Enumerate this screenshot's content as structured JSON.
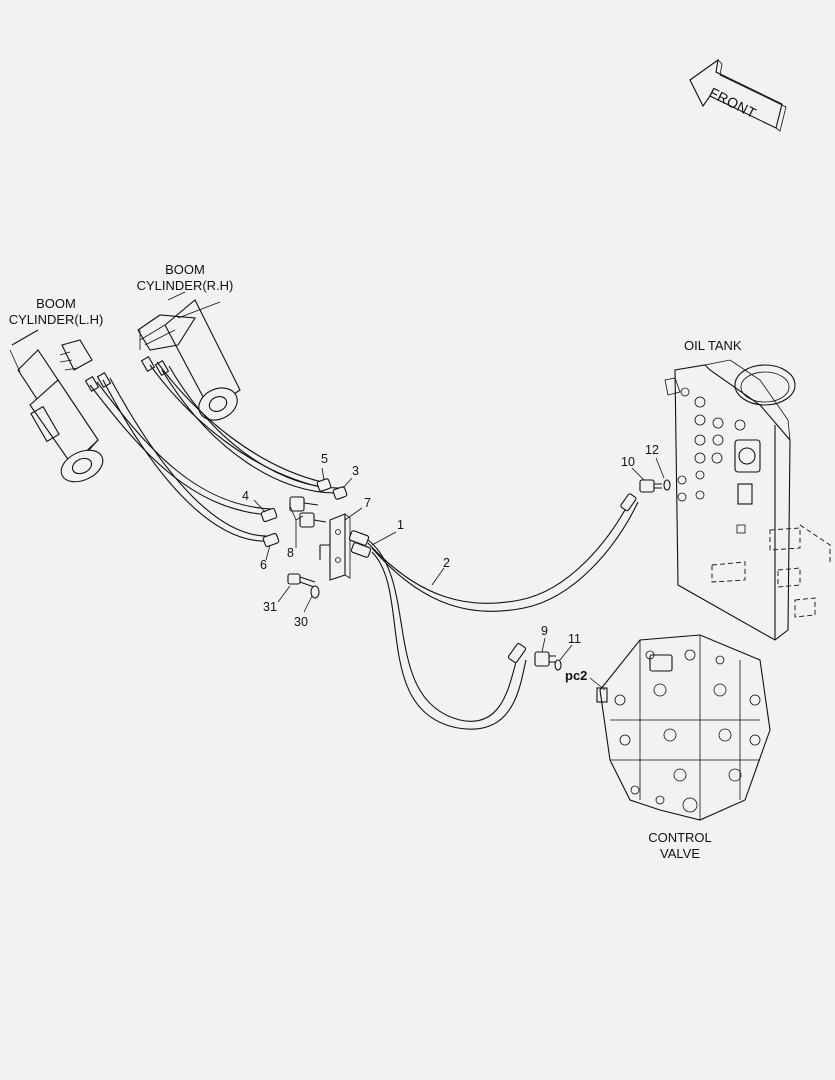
{
  "labels": {
    "front": "FRONT",
    "boom_rh_line1": "BOOM",
    "boom_rh_line2": "CYLINDER(R.H)",
    "boom_lh_line1": "BOOM",
    "boom_lh_line2": "CYLINDER(L.H)",
    "oil_tank": "OIL TANK",
    "control_valve_line1": "CONTROL",
    "control_valve_line2": "VALVE",
    "port": "pc2"
  },
  "part_numbers": {
    "p1": "1",
    "p2": "2",
    "p3": "3",
    "p4": "4",
    "p5": "5",
    "p6": "6",
    "p7": "7",
    "p8": "8",
    "p9": "9",
    "p10": "10",
    "p11": "11",
    "p12": "12",
    "p30": "30",
    "p31": "31"
  }
}
